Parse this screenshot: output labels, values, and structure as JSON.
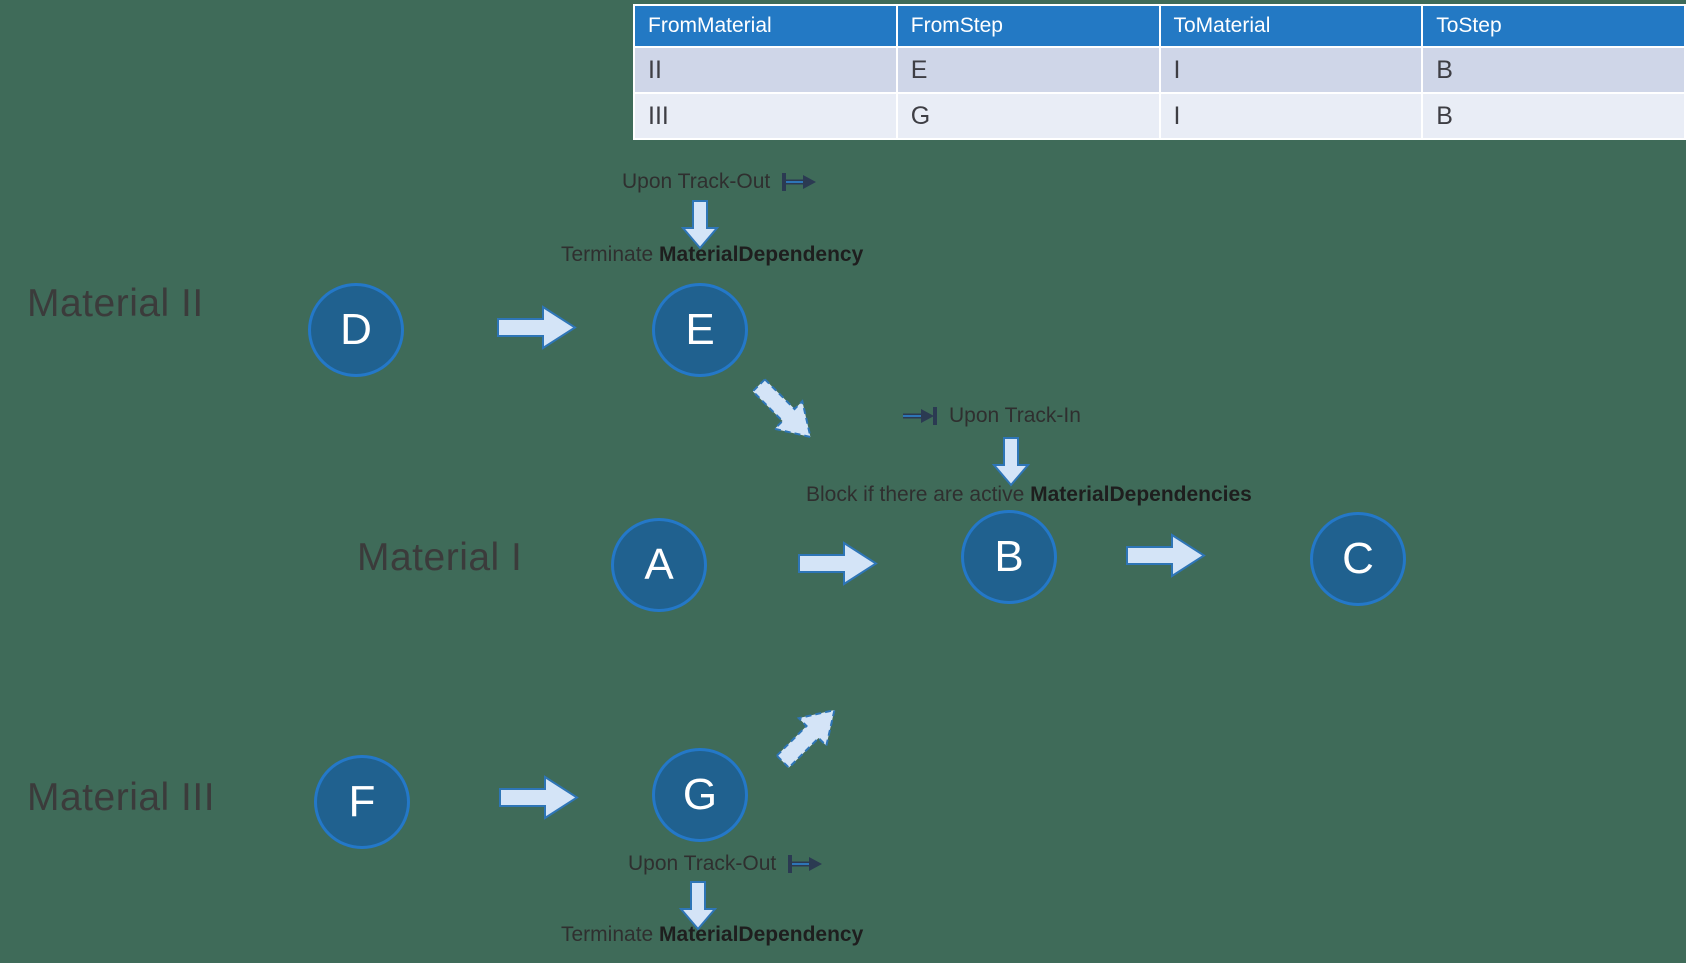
{
  "table": {
    "headers": [
      "FromMaterial",
      "FromStep",
      "ToMaterial",
      "ToStep"
    ],
    "rows": [
      [
        "II",
        "E",
        "I",
        "B"
      ],
      [
        "III",
        "G",
        "I",
        "B"
      ]
    ]
  },
  "lanes": [
    {
      "label": "Material II"
    },
    {
      "label": "Material I"
    },
    {
      "label": "Material III"
    }
  ],
  "nodes": [
    {
      "id": "D"
    },
    {
      "id": "E"
    },
    {
      "id": "A"
    },
    {
      "id": "B"
    },
    {
      "id": "C"
    },
    {
      "id": "F"
    },
    {
      "id": "G"
    }
  ],
  "annotations": {
    "upon_track_out_top": "Upon Track-Out",
    "terminate_top_prefix": "Terminate ",
    "terminate_top_bold": "MaterialDependency",
    "upon_track_in": "Upon Track-In",
    "block_prefix": "Block if there are active ",
    "block_bold": "MaterialDependencies",
    "upon_track_out_bottom": "Upon Track-Out",
    "terminate_bottom_prefix": "Terminate ",
    "terminate_bottom_bold": "MaterialDependency"
  },
  "icons": {
    "track_out": "track-out-icon",
    "track_in": "track-in-icon"
  },
  "colors": {
    "background": "#3F6B59",
    "table_header_bg": "#2379C4",
    "table_row1_bg": "#CFD6E8",
    "table_row2_bg": "#E9EDF6",
    "node_fill": "#20618F",
    "node_stroke": "#2478C8",
    "arrow_fill": "#D4E4F7",
    "arrow_stroke": "#2E75B6",
    "icon_color": "#2B3A52",
    "icon_line": "#2E75B6"
  }
}
